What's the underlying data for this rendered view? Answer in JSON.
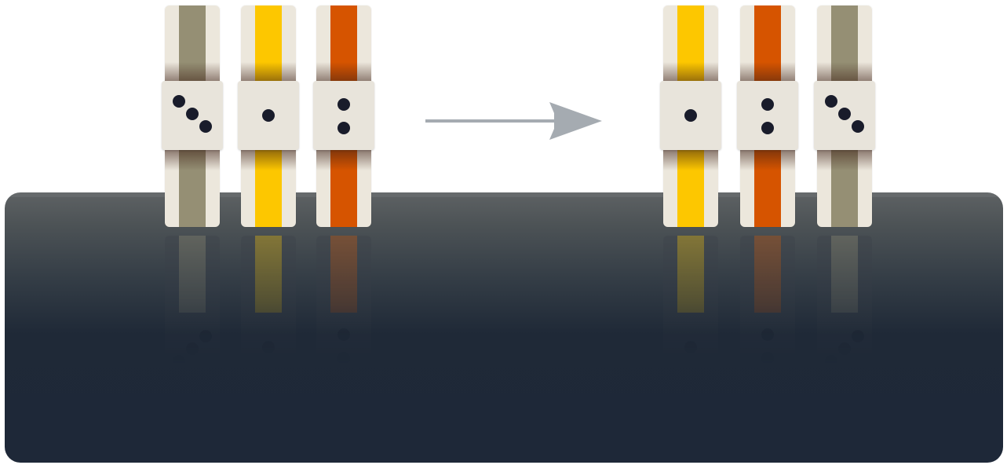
{
  "scene": {
    "background_color": "#ffffff",
    "table_color": "#1e2838",
    "arrow": {
      "icon": "right-arrow-icon",
      "color": "#a5abb1"
    }
  },
  "colors": {
    "olive": "#958f74",
    "yellow": "#fdc700",
    "orange": "#d65400"
  },
  "before": [
    {
      "stripe": "olive",
      "pips": 3
    },
    {
      "stripe": "yellow",
      "pips": 1
    },
    {
      "stripe": "orange",
      "pips": 2
    }
  ],
  "after": [
    {
      "stripe": "yellow",
      "pips": 1
    },
    {
      "stripe": "orange",
      "pips": 2
    },
    {
      "stripe": "olive",
      "pips": 3
    }
  ]
}
